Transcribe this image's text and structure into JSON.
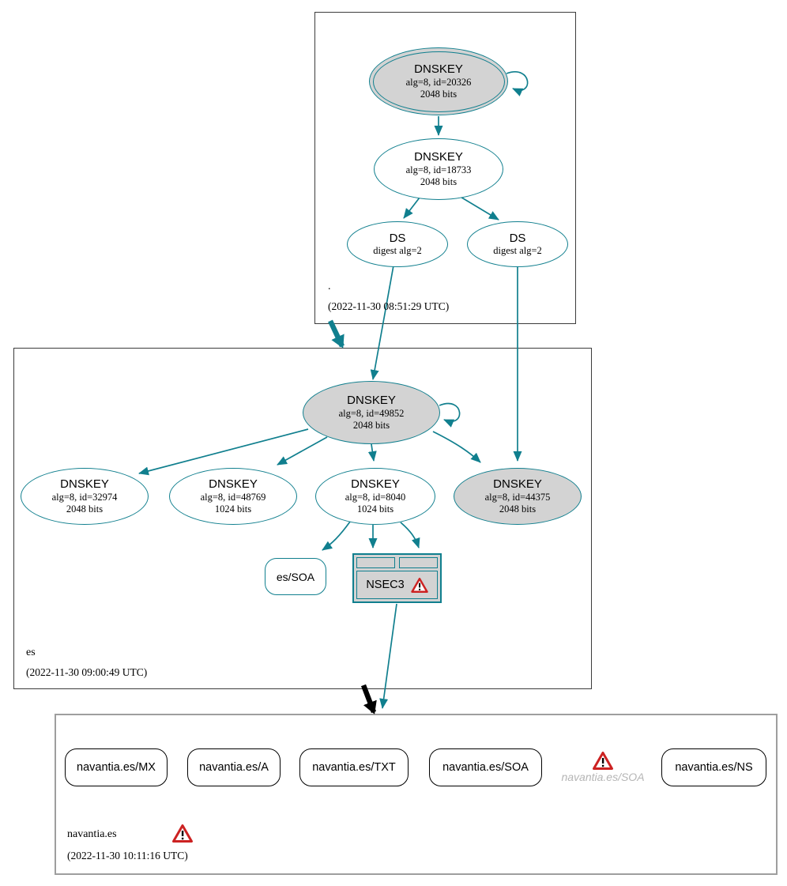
{
  "colors": {
    "teal": "#107f8e",
    "node_fill": "#d3d3d3",
    "warning_red": "#cc2222"
  },
  "root_zone": {
    "label": ".",
    "timestamp": "(2022-11-30 08:51:29 UTC)",
    "ksk": {
      "title": "DNSKEY",
      "detail1": "alg=8, id=20326",
      "detail2": "2048 bits"
    },
    "zsk": {
      "title": "DNSKEY",
      "detail1": "alg=8, id=18733",
      "detail2": "2048 bits"
    },
    "ds1": {
      "title": "DS",
      "detail1": "digest alg=2"
    },
    "ds2": {
      "title": "DS",
      "detail1": "digest alg=2"
    }
  },
  "es_zone": {
    "label": "es",
    "timestamp": "(2022-11-30 09:00:49 UTC)",
    "ksk": {
      "title": "DNSKEY",
      "detail1": "alg=8, id=49852",
      "detail2": "2048 bits"
    },
    "key1": {
      "title": "DNSKEY",
      "detail1": "alg=8, id=32974",
      "detail2": "2048 bits"
    },
    "key2": {
      "title": "DNSKEY",
      "detail1": "alg=8, id=48769",
      "detail2": "1024 bits"
    },
    "key3": {
      "title": "DNSKEY",
      "detail1": "alg=8, id=8040",
      "detail2": "1024 bits"
    },
    "key4": {
      "title": "DNSKEY",
      "detail1": "alg=8, id=44375",
      "detail2": "2048 bits"
    },
    "soa": {
      "label": "es/SOA"
    },
    "nsec3": {
      "label": "NSEC3"
    }
  },
  "navantia_zone": {
    "label": "navantia.es",
    "timestamp": "(2022-11-30 10:11:16 UTC)",
    "rrsets": [
      {
        "label": "navantia.es/MX"
      },
      {
        "label": "navantia.es/A"
      },
      {
        "label": "navantia.es/TXT"
      },
      {
        "label": "navantia.es/SOA"
      },
      {
        "label": "navantia.es/SOA"
      },
      {
        "label": "navantia.es/NS"
      }
    ]
  }
}
